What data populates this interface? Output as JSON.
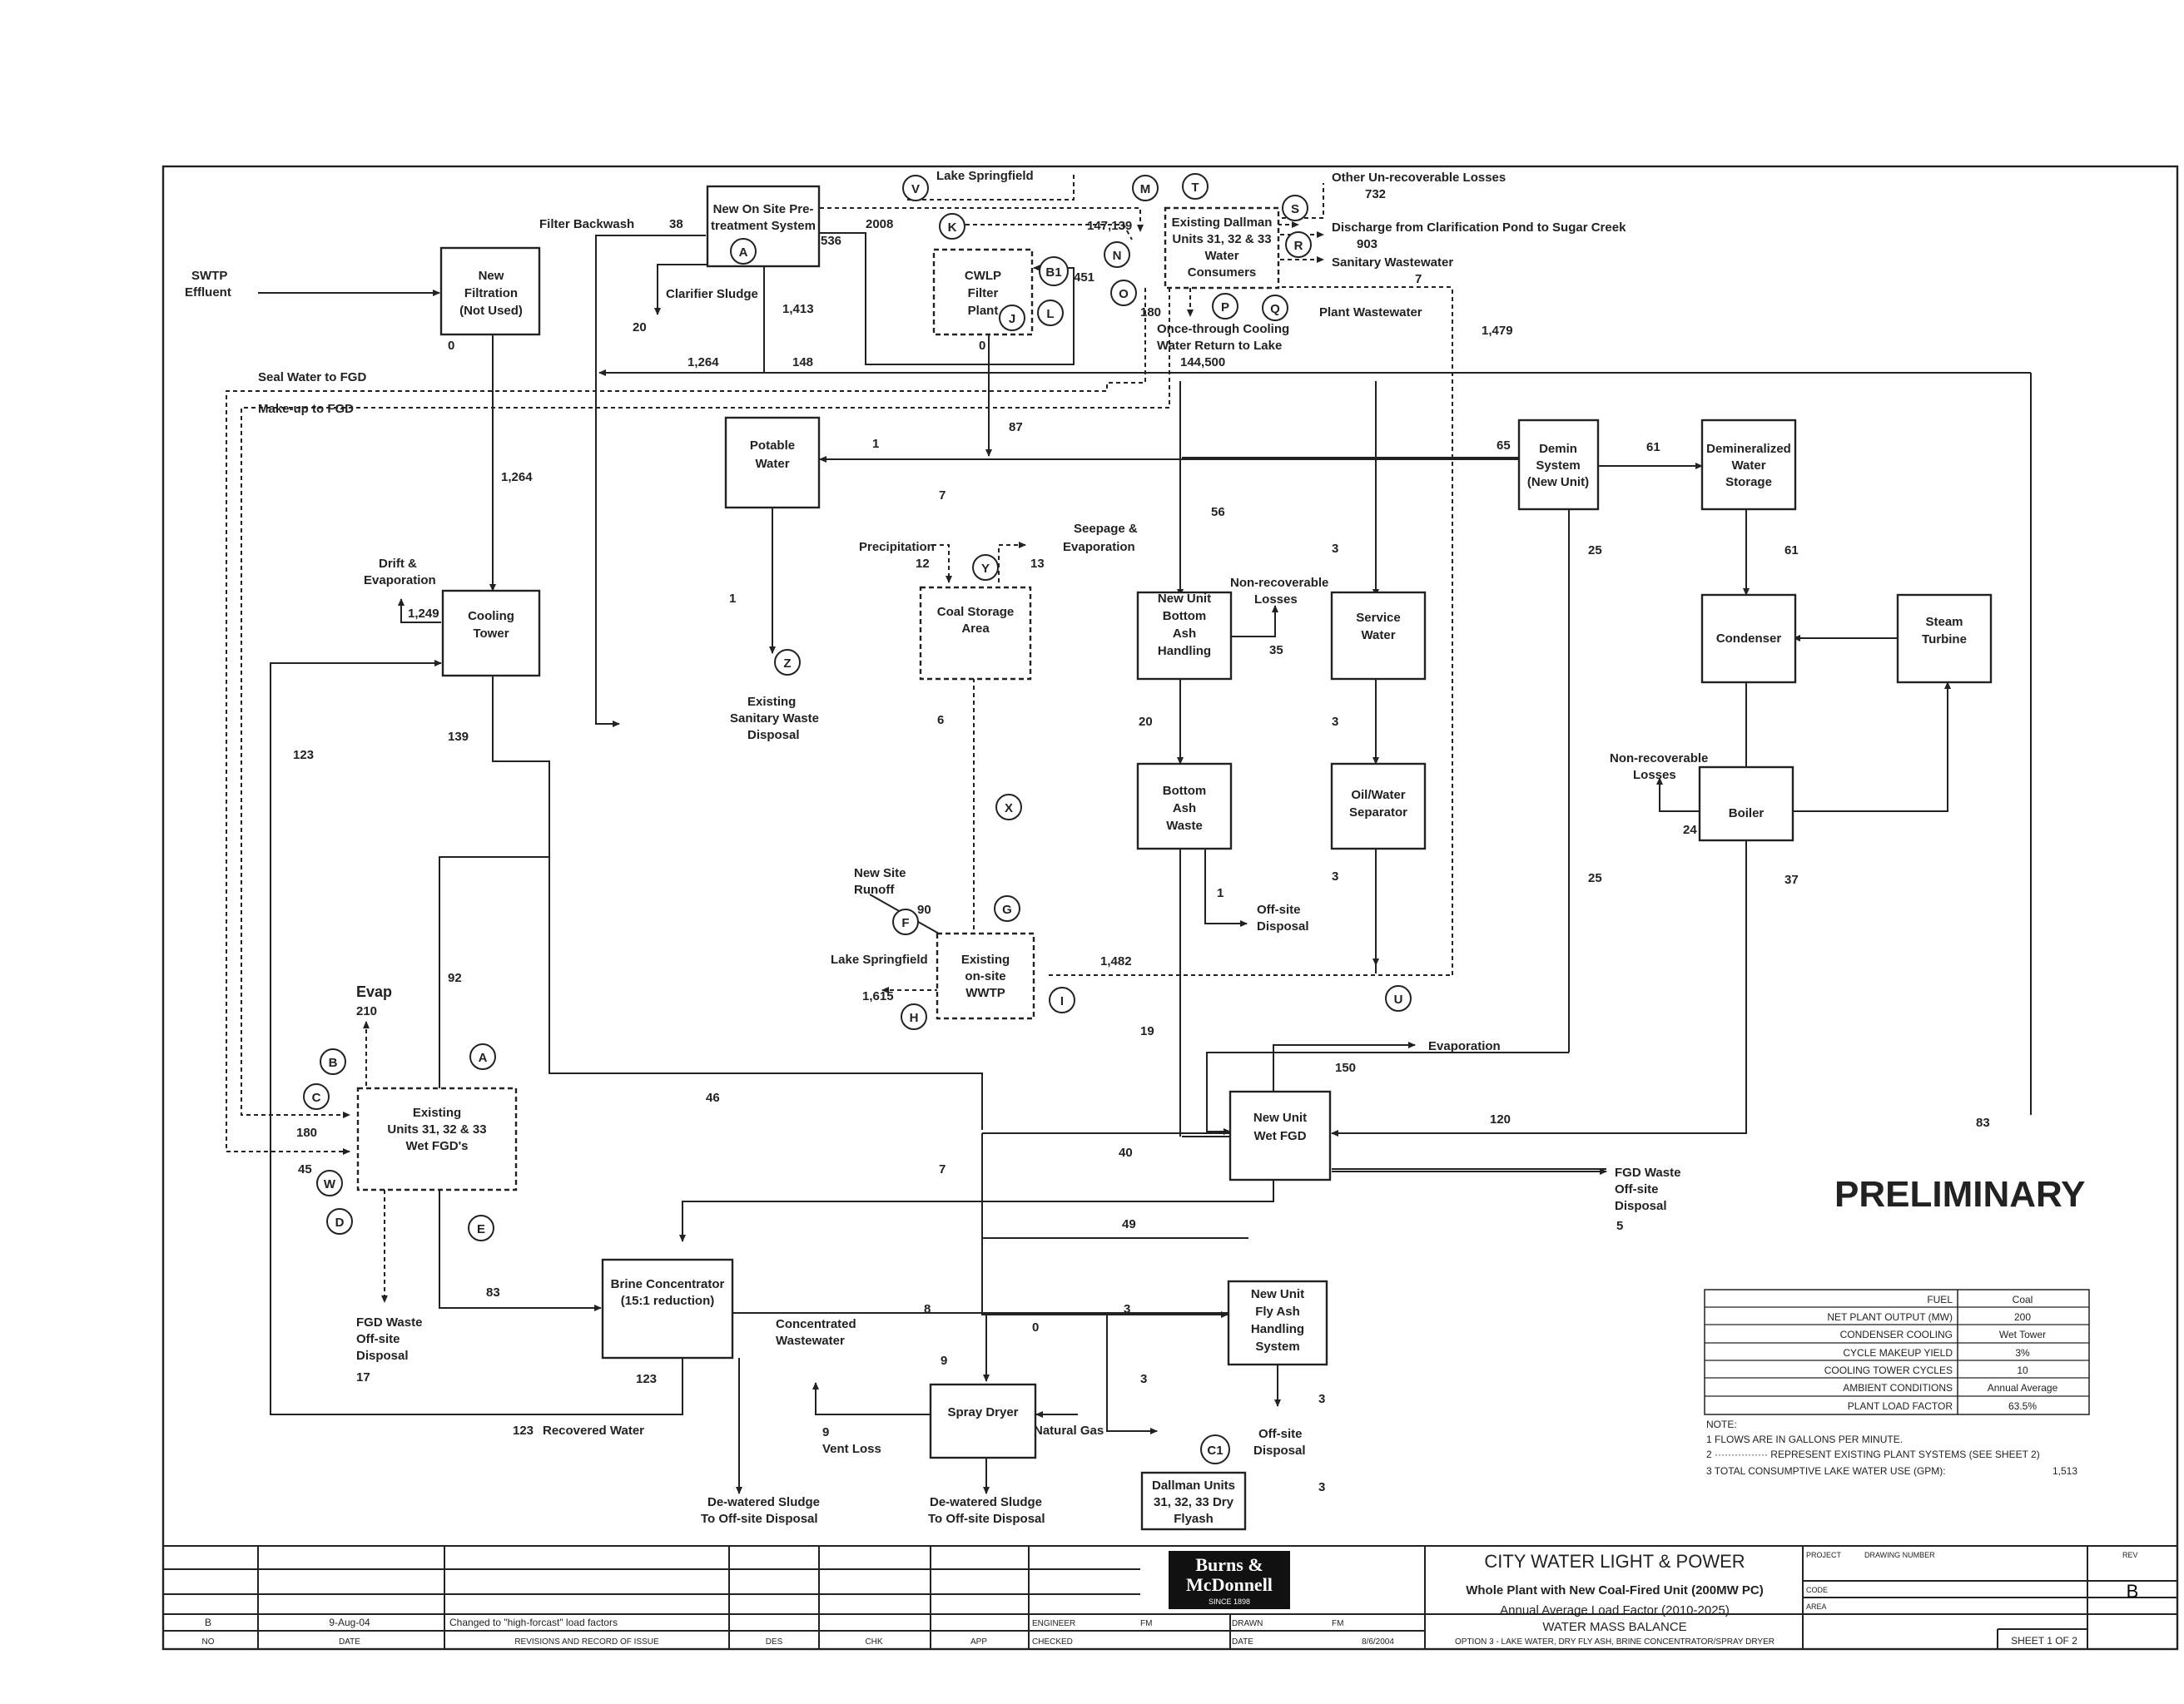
{
  "boxes": {
    "new_filtration": [
      "New",
      "Filtration",
      "(Not Used)"
    ],
    "pretreatment": [
      "New On Site Pre-",
      "treatment System"
    ],
    "cwlp_filter": [
      "CWLP",
      "Filter",
      "Plant"
    ],
    "existing_dallman": [
      "Existing Dallman",
      "Units 31, 32 & 33",
      "Water",
      "Consumers"
    ],
    "potable_water": [
      "Potable",
      "Water"
    ],
    "demin": [
      "Demin",
      "System",
      "(New Unit)"
    ],
    "demin_storage": [
      "Demineralized",
      "Water",
      "Storage"
    ],
    "cooling_tower": [
      "Cooling",
      "Tower"
    ],
    "coal_storage": [
      "Coal Storage",
      "Area"
    ],
    "bottom_ash_handling": [
      "New Unit",
      "Bottom",
      "Ash",
      "Handling"
    ],
    "service_water": [
      "Service",
      "Water"
    ],
    "condenser": [
      "Condenser"
    ],
    "steam_turbine": [
      "Steam",
      "Turbine"
    ],
    "bottom_ash_waste": [
      "Bottom",
      "Ash",
      "Waste"
    ],
    "oil_water_sep": [
      "Oil/Water",
      "Separator"
    ],
    "boiler": [
      "Boiler"
    ],
    "existing_wwtp": [
      "Existing",
      "on-site",
      "WWTP"
    ],
    "existing_fgd": [
      "Existing",
      "Units 31, 32 & 33",
      "Wet FGD's"
    ],
    "new_unit_fgd": [
      "New Unit",
      "Wet FGD"
    ],
    "brine": [
      "Brine Concentrator",
      "(15:1 reduction)"
    ],
    "fly_ash": [
      "New Unit",
      "Fly Ash",
      "Handling",
      "System"
    ],
    "spray_dryer": [
      "Spray Dryer"
    ],
    "dallman_flyash": [
      "Dallman Units",
      "31, 32, 33 Dry",
      "Flyash"
    ]
  },
  "labels": {
    "swtp": [
      "SWTP",
      "Effluent"
    ],
    "filter_backwash": "Filter Backwash",
    "lake_springfield_top": "Lake Springfield",
    "clarifier_sludge": "Clarifier Sludge",
    "other_losses": "Other Un-recoverable Losses",
    "discharge": "Discharge from Clarification Pond to Sugar Creek",
    "sanitary_ww": "Sanitary Wastewater",
    "plant_ww": "Plant Wastewater",
    "once_through": [
      "Once-through Cooling",
      "Water Return to Lake"
    ],
    "seal_water": "Seal Water to FGD",
    "makeup": "Make-up to FGD",
    "drift": [
      "Drift &",
      "Evaporation"
    ],
    "precip": "Precipitation",
    "seepage": [
      "Seepage &",
      "Evaporation"
    ],
    "nonrec_losses": [
      "Non-recoverable",
      "Losses"
    ],
    "nonrec_losses2": [
      "Non-recoverable",
      "Losses"
    ],
    "sanitary_disposal": [
      "Existing",
      "Sanitary Waste",
      "Disposal"
    ],
    "offsite_disposal": [
      "Off-site",
      "Disposal"
    ],
    "new_site_runoff": [
      "New Site",
      "Runoff"
    ],
    "lake_springfield_mid": "Lake Springfield",
    "evap": "Evap",
    "evaporation": "Evaporation",
    "fgd_waste_new": [
      "FGD Waste",
      "Off-site",
      "Disposal"
    ],
    "fgd_waste_exist": [
      "FGD Waste",
      "Off-site",
      "Disposal"
    ],
    "concentrated_ww": [
      "Concentrated",
      "Wastewater"
    ],
    "recovered_water": "Recovered Water",
    "natural_gas": "Natural Gas",
    "vent_loss": "Vent Loss",
    "sludge1": [
      "De-watered Sludge",
      "To Off-site Disposal"
    ],
    "sludge2": [
      "De-watered Sludge",
      "To Off-site Disposal"
    ],
    "offsite_disposal2": [
      "Off-site",
      "Disposal"
    ]
  },
  "flows": {
    "f38": "38",
    "f2008": "2008",
    "f536": "536",
    "f147139": "147,139",
    "f732": "732",
    "f903": "903",
    "f7a": "7",
    "f20a": "20",
    "f1413": "1,413",
    "f451": "451",
    "f0a": "0",
    "f0b": "0",
    "f180a": "180",
    "f1479": "1,479",
    "f144500": "144,500",
    "f1264a": "1,264",
    "f148": "148",
    "f87": "87",
    "f1a": "1",
    "f65": "65",
    "f61a": "61",
    "f1264b": "1,264",
    "f7b": "7",
    "f61b": "61",
    "f25a": "25",
    "f12": "12",
    "f13": "13",
    "f56": "56",
    "f3a": "3",
    "f1249": "1,249",
    "f1b": "1",
    "f35": "35",
    "f139": "139",
    "f123a": "123",
    "f6": "6",
    "f20b": "20",
    "f3b": "3",
    "f24": "24",
    "f1c": "1",
    "f3c": "3",
    "f25b": "25",
    "f37": "37",
    "f90": "90",
    "f1615": "1,615",
    "f1482": "1,482",
    "f210": "210",
    "f92": "92",
    "f19": "19",
    "f150": "150",
    "f180b": "180",
    "f45": "45",
    "f46": "46",
    "f40": "40",
    "f120": "120",
    "f83a": "83",
    "f7c": "7",
    "f49": "49",
    "f5": "5",
    "f17": "17",
    "f83b": "83",
    "f8a": "8",
    "f0c": "0",
    "f3d": "3",
    "f123b": "123",
    "f123c": "123",
    "f9a": "9",
    "f9b": "9",
    "f3e": "3",
    "f3f": "3",
    "f3g": "3"
  },
  "nodes": [
    "A",
    "B",
    "C",
    "D",
    "E",
    "F",
    "G",
    "H",
    "I",
    "J",
    "K",
    "L",
    "M",
    "N",
    "O",
    "P",
    "Q",
    "R",
    "S",
    "T",
    "U",
    "V",
    "W",
    "X",
    "Y",
    "Z",
    "B1",
    "C1",
    "A"
  ],
  "stamp": "PRELIMINARY",
  "params": [
    [
      "FUEL",
      "Coal"
    ],
    [
      "NET PLANT OUTPUT (MW)",
      "200"
    ],
    [
      "CONDENSER COOLING",
      "Wet Tower"
    ],
    [
      "CYCLE MAKEUP YIELD",
      "3%"
    ],
    [
      "COOLING TOWER CYCLES",
      "10"
    ],
    [
      "AMBIENT CONDITIONS",
      "Annual Average"
    ],
    [
      "PLANT LOAD FACTOR",
      "63.5%"
    ]
  ],
  "notes": {
    "head": "NOTE:",
    "n1": "1  FLOWS ARE IN GALLONS PER MINUTE.",
    "n2": "2  ················  REPRESENT EXISTING PLANT SYSTEMS (SEE SHEET 2)",
    "n3": "3 TOTAL CONSUMPTIVE LAKE WATER USE (GPM):",
    "n3val": "1,513"
  },
  "titleblock": {
    "company": "CITY WATER LIGHT & POWER",
    "line2": "Whole Plant with New Coal-Fired Unit (200MW PC)",
    "line3": "Annual Average Load Factor (2010-2025)",
    "line4": "WATER MASS BALANCE",
    "line5": "OPTION 3 - LAKE WATER, DRY FLY ASH, BRINE CONCENTRATOR/SPRAY DRYER",
    "rev_label": "REV",
    "rev": "B",
    "sheet": "SHEET 1 OF 2",
    "project": "PROJECT",
    "drawing": "DRAWING NUMBER",
    "code": "CODE",
    "area": "AREA",
    "logo1": "Burns &",
    "logo2": "McDonnell",
    "logo3": "SINCE 1898",
    "rev_row": [
      "B",
      "9-Aug-04",
      "Changed to \"high-forcast\" load factors"
    ],
    "hdr": [
      "NO",
      "DATE",
      "REVISIONS AND RECORD OF ISSUE",
      "DES",
      "CHK",
      "APP"
    ],
    "engineer": "ENGINEER",
    "checked": "CHECKED",
    "drawn": "DRAWN",
    "date_lbl": "DATE",
    "eng_val": "FM",
    "drawn_val": "FM",
    "date_val": "8/6/2004"
  }
}
